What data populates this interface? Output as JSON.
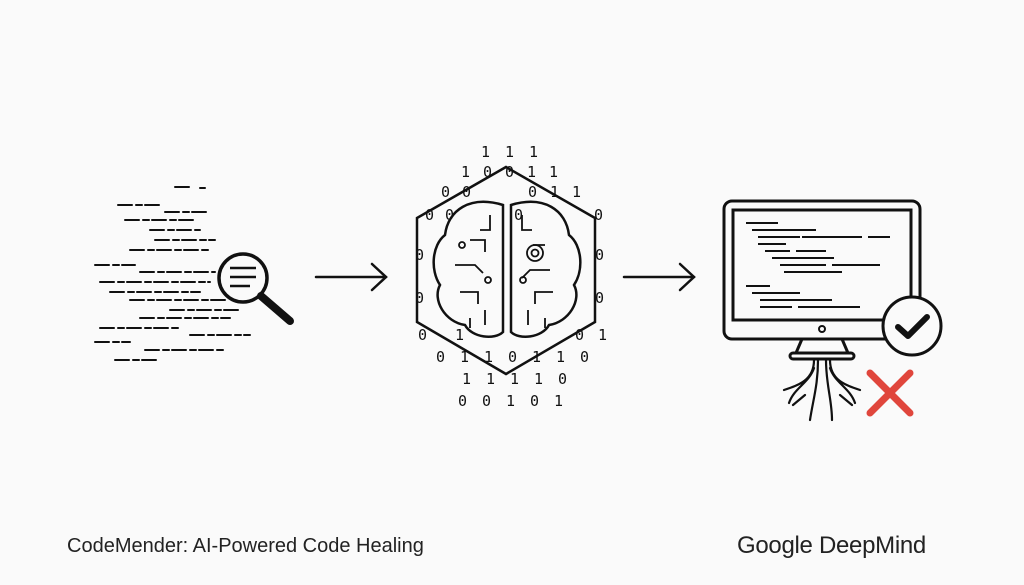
{
  "caption": "CodeMender: AI-Powered Code Healing",
  "brand": "Google DeepMind",
  "binary_digits": [
    "1",
    "1",
    "1",
    "1",
    "0",
    "0",
    "1",
    "1",
    "0",
    "0",
    "0",
    "1",
    "1",
    "0",
    "0",
    "0",
    "0",
    "0",
    "0",
    "0",
    "0",
    "0",
    "1",
    "0",
    "1",
    "0",
    "1",
    "1",
    "0",
    "1",
    "1",
    "0",
    "1",
    "1",
    "1",
    "1",
    "0",
    "0",
    "0",
    "1",
    "0",
    "1"
  ],
  "icons": {
    "left": "code-scan-magnifier-icon",
    "center": "brain-circuit-hexagon-icon",
    "right": "monitor-code-icon",
    "check": "checkmark-icon",
    "cross": "red-x-icon"
  },
  "colors": {
    "ink": "#111111",
    "cross": "#e0463c",
    "background": "#fafafa"
  }
}
